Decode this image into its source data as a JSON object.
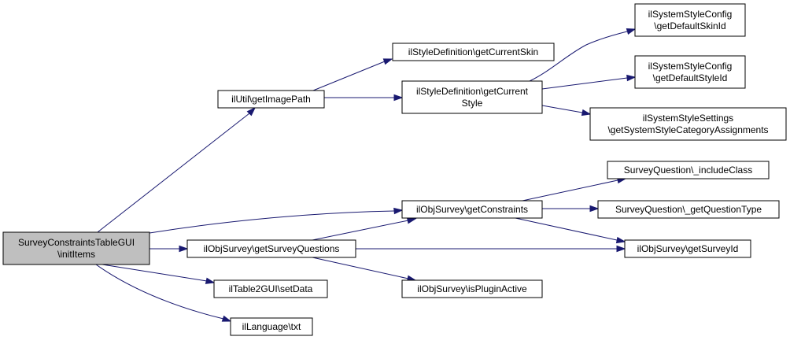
{
  "nodes": [
    {
      "id": "root",
      "lines": [
        "SurveyConstraintsTableGUI",
        "\\initItems"
      ],
      "root": true
    },
    {
      "id": "util",
      "lines": [
        "ilUtil\\getImagePath"
      ]
    },
    {
      "id": "curskin",
      "lines": [
        "ilStyleDefinition\\getCurrentSkin"
      ]
    },
    {
      "id": "curstyle",
      "lines": [
        "ilStyleDefinition\\getCurrent",
        "Style"
      ]
    },
    {
      "id": "defskin",
      "lines": [
        "ilSystemStyleConfig",
        "\\getDefaultSkinId"
      ]
    },
    {
      "id": "defstyle",
      "lines": [
        "ilSystemStyleConfig",
        "\\getDefaultStyleId"
      ]
    },
    {
      "id": "catassign",
      "lines": [
        "ilSystemStyleSettings",
        "\\getSystemStyleCategoryAssignments"
      ]
    },
    {
      "id": "getconstraints",
      "lines": [
        "ilObjSurvey\\getConstraints"
      ]
    },
    {
      "id": "includeclass",
      "lines": [
        "SurveyQuestion\\_includeClass"
      ]
    },
    {
      "id": "qtype",
      "lines": [
        "SurveyQuestion\\_getQuestionType"
      ]
    },
    {
      "id": "surveyid",
      "lines": [
        "ilObjSurvey\\getSurveyId"
      ]
    },
    {
      "id": "surveyquestions",
      "lines": [
        "ilObjSurvey\\getSurveyQuestions"
      ]
    },
    {
      "id": "plugin",
      "lines": [
        "ilObjSurvey\\isPluginActive"
      ]
    },
    {
      "id": "setdata",
      "lines": [
        "ilTable2GUI\\setData"
      ]
    },
    {
      "id": "txt",
      "lines": [
        "ilLanguage\\txt"
      ]
    }
  ],
  "edges": [
    {
      "from": "root",
      "to": "util"
    },
    {
      "from": "root",
      "to": "getconstraints"
    },
    {
      "from": "root",
      "to": "surveyquestions"
    },
    {
      "from": "root",
      "to": "setdata"
    },
    {
      "from": "root",
      "to": "txt"
    },
    {
      "from": "util",
      "to": "curskin"
    },
    {
      "from": "util",
      "to": "curstyle"
    },
    {
      "from": "curstyle",
      "to": "defskin"
    },
    {
      "from": "curstyle",
      "to": "defstyle"
    },
    {
      "from": "curstyle",
      "to": "catassign"
    },
    {
      "from": "getconstraints",
      "to": "includeclass"
    },
    {
      "from": "getconstraints",
      "to": "qtype"
    },
    {
      "from": "getconstraints",
      "to": "surveyid"
    },
    {
      "from": "surveyquestions",
      "to": "getconstraints"
    },
    {
      "from": "surveyquestions",
      "to": "surveyid"
    },
    {
      "from": "surveyquestions",
      "to": "plugin"
    }
  ],
  "colors": {
    "edge": "#191970",
    "root_fill": "#bfbfbf",
    "node_fill": "#ffffff",
    "node_stroke": "#000000"
  }
}
